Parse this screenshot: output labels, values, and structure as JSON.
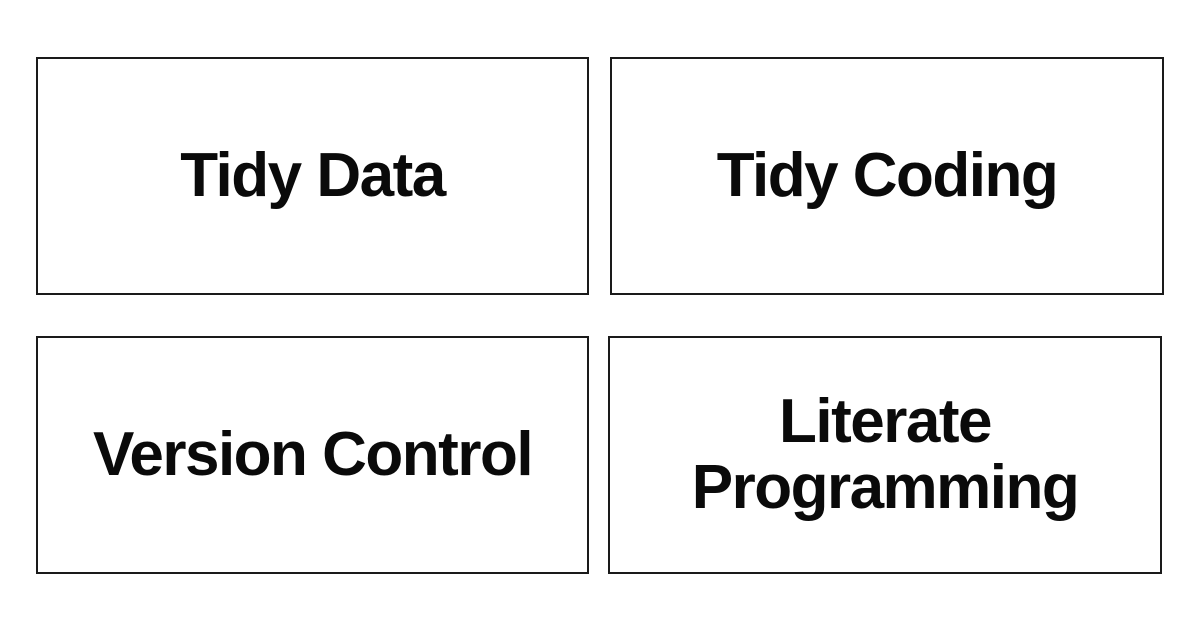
{
  "tiles": [
    {
      "label": "Tidy Data"
    },
    {
      "label": "Tidy Coding"
    },
    {
      "label": "Version Control"
    },
    {
      "label": "Literate\nProgramming"
    }
  ]
}
